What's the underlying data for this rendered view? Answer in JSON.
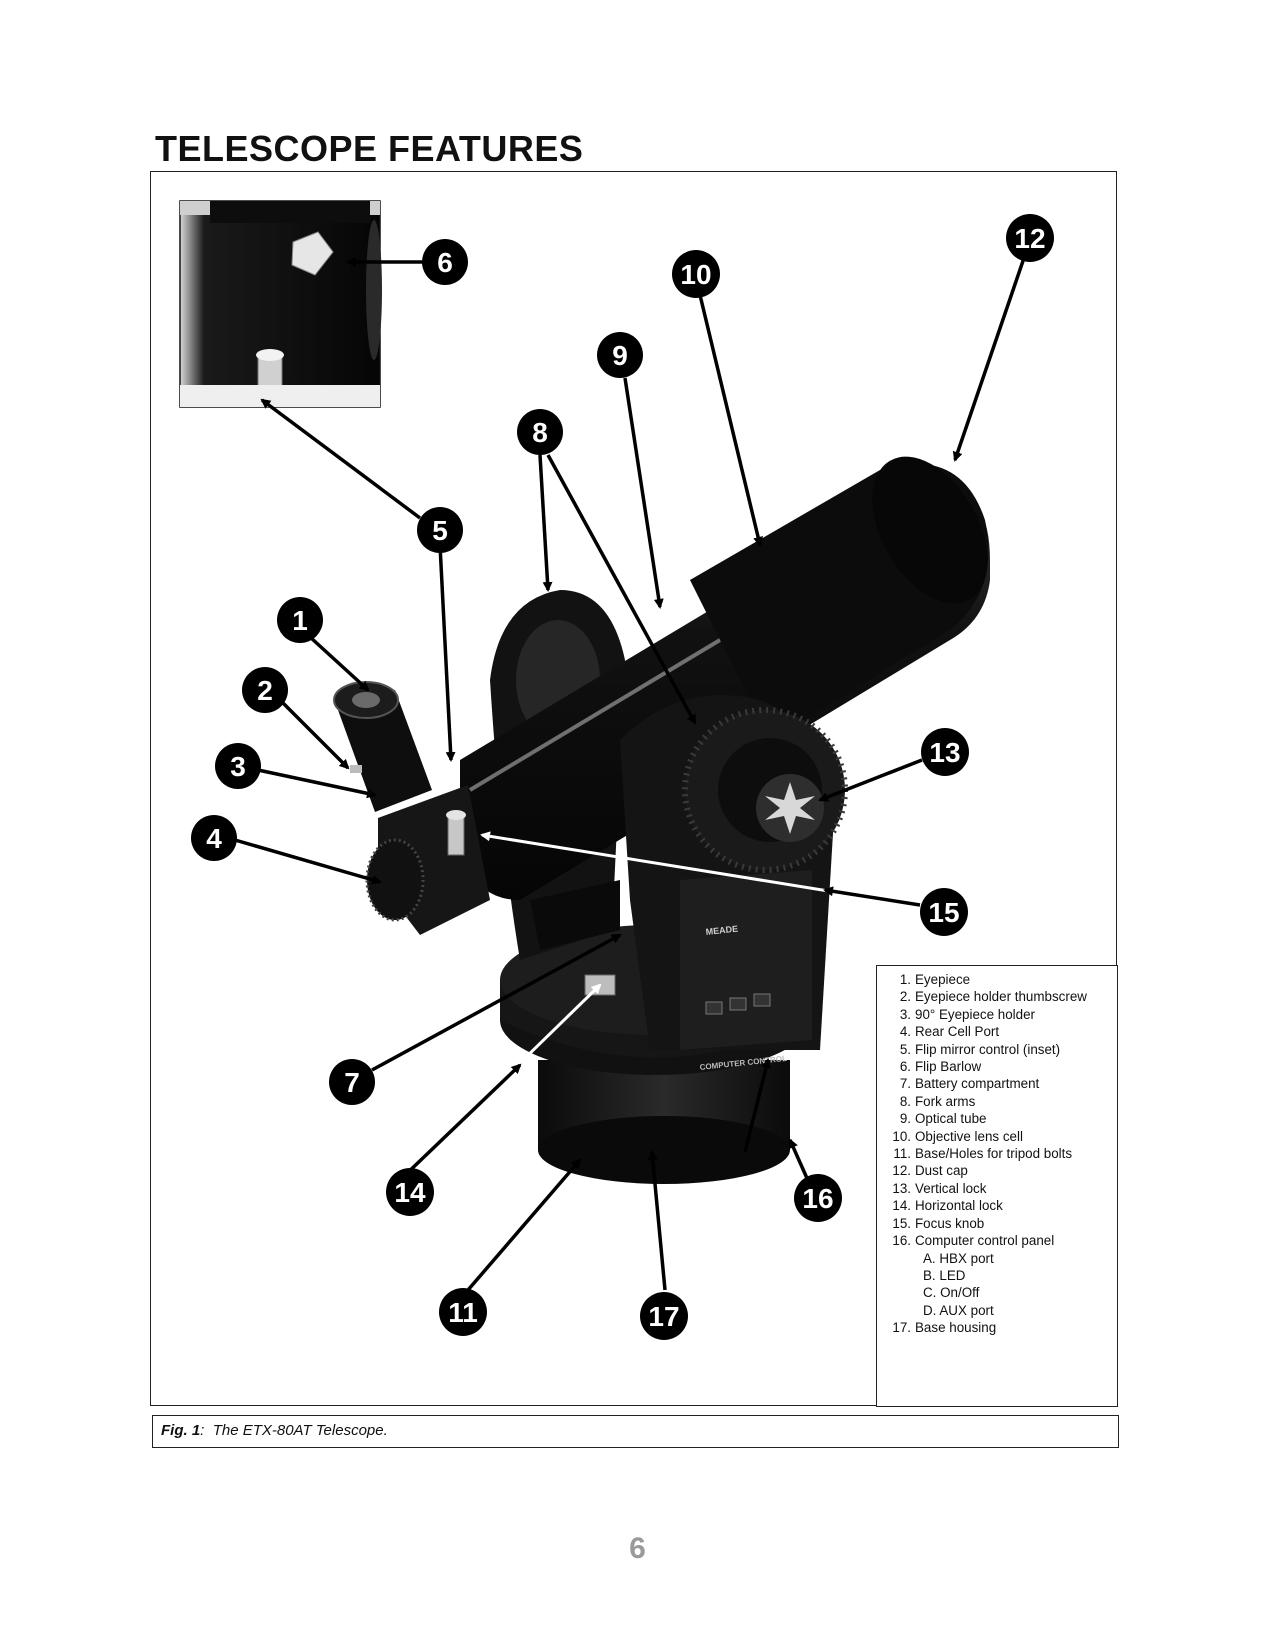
{
  "page": {
    "title": "TELESCOPE FEATURES",
    "page_number": "6"
  },
  "figure": {
    "label": "Fig. 1",
    "caption": "The ETX-80AT Telescope.",
    "brand_text": "MEADE",
    "panel_text": "COMPUTER CONTROL"
  },
  "callouts": [
    "1",
    "2",
    "3",
    "4",
    "5",
    "6",
    "7",
    "8",
    "9",
    "10",
    "11",
    "12",
    "13",
    "14",
    "15",
    "16",
    "17"
  ],
  "legend": {
    "items": [
      {
        "num": "1.",
        "label": "Eyepiece"
      },
      {
        "num": "2.",
        "label": "Eyepiece holder thumbscrew"
      },
      {
        "num": "3.",
        "label": "90° Eyepiece holder"
      },
      {
        "num": "4.",
        "label": "Rear Cell Port"
      },
      {
        "num": "5.",
        "label": "Flip mirror control (inset)"
      },
      {
        "num": "6.",
        "label": "Flip Barlow"
      },
      {
        "num": "7.",
        "label": "Battery compartment"
      },
      {
        "num": "8.",
        "label": "Fork arms"
      },
      {
        "num": "9.",
        "label": "Optical tube"
      },
      {
        "num": "10.",
        "label": "Objective lens cell"
      },
      {
        "num": "11.",
        "label": "Base/Holes for tripod bolts"
      },
      {
        "num": "12.",
        "label": "Dust cap"
      },
      {
        "num": "13.",
        "label": "Vertical lock"
      },
      {
        "num": "14.",
        "label": "Horizontal lock"
      },
      {
        "num": "15.",
        "label": "Focus knob"
      },
      {
        "num": "16.",
        "label": "Computer control panel"
      }
    ],
    "sub_items": [
      "A. HBX port",
      "B. LED",
      "C. On/Off",
      "D. AUX port"
    ],
    "last_item": {
      "num": "17.",
      "label": "Base housing"
    }
  }
}
